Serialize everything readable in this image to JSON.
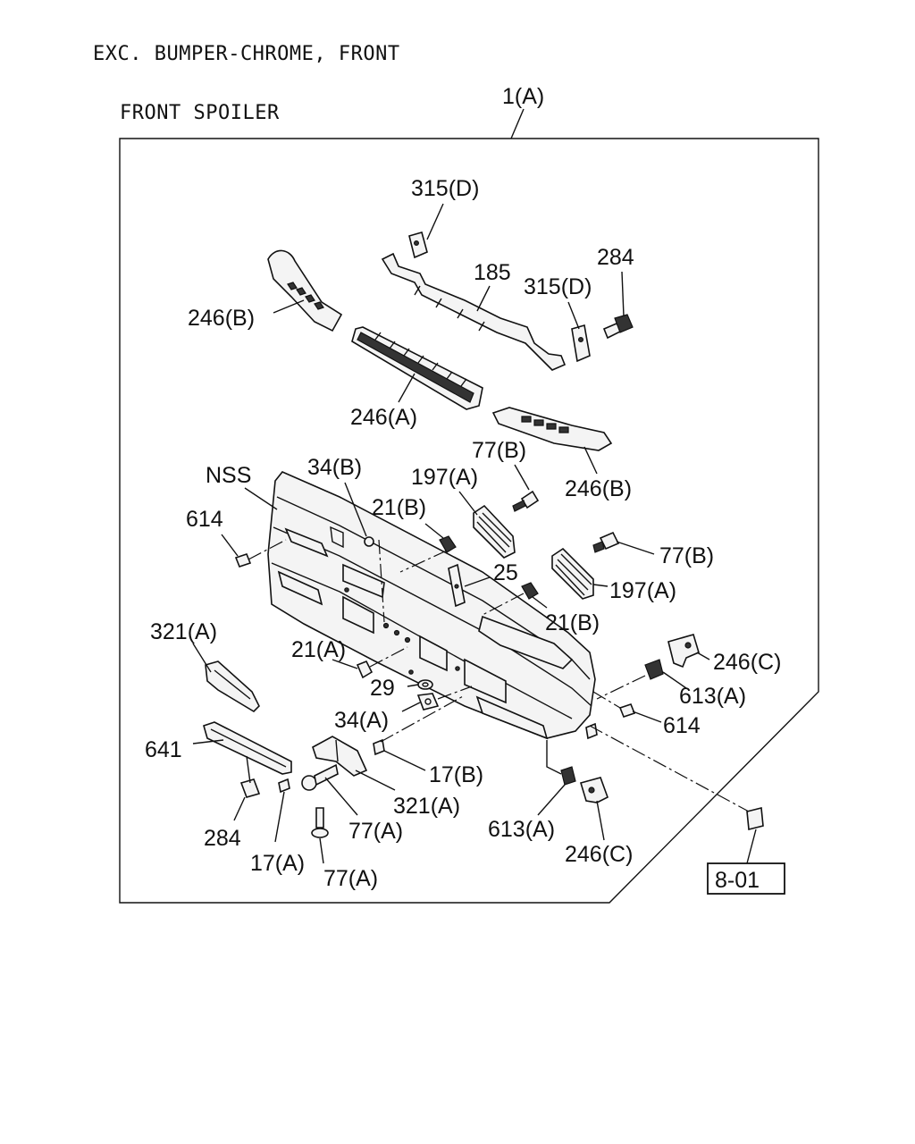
{
  "header": {
    "line1": "EXC. BUMPER-CHROME, FRONT",
    "line2": "FRONT SPOILER"
  },
  "callouts": {
    "assembly": "1(A)",
    "c315d_top": "315(D)",
    "c315d_right": "315(D)",
    "c185": "185",
    "c284_top": "284",
    "c246b_top": "246(B)",
    "c246a": "246(A)",
    "c246b_right": "246(B)",
    "c77b_top": "77(B)",
    "c77b_right": "77(B)",
    "nss": "NSS",
    "c34b": "34(B)",
    "c197a_top": "197(A)",
    "c197a_right": "197(A)",
    "c614_left": "614",
    "c614_right": "614",
    "c21b_top": "21(B)",
    "c21b_right": "21(B)",
    "c25": "25",
    "c321a_left": "321(A)",
    "c321a_bottom": "321(A)",
    "c21a": "21(A)",
    "c246c_right": "246(C)",
    "c246c_bottom": "246(C)",
    "c29": "29",
    "c613a_right": "613(A)",
    "c613a_bottom": "613(A)",
    "c34a": "34(A)",
    "c641": "641",
    "c17b": "17(B)",
    "c17a": "17(A)",
    "c284_bottom": "284",
    "c77a_mid": "77(A)",
    "c77a_bottom": "77(A)"
  },
  "ref_box": "8-01"
}
